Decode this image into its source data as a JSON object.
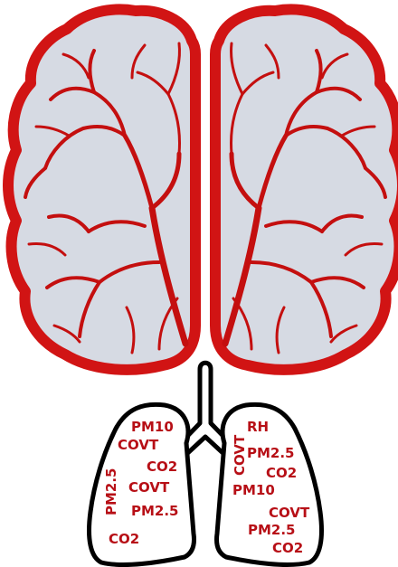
{
  "colors": {
    "brain_outline": "#d11414",
    "brain_fill": "#d6dae3",
    "vessel": "#c40f0f",
    "lung_outline": "#000000",
    "label_color": "#b70f16"
  },
  "icons": [
    "brain-icon",
    "lungs-icon"
  ],
  "labels": {
    "left_lung": {
      "pm10": "PM10",
      "covt_1": "COVT",
      "co2_1": "CO2",
      "pm25_vertical": "PM2.5",
      "covt_2": "COVT",
      "pm25_2": "PM2.5",
      "co2_2": "CO2"
    },
    "right_lung": {
      "rh": "RH",
      "covt_vertical": "COVT",
      "pm25_1": "PM2.5",
      "co2_1": "CO2",
      "pm10": "PM10",
      "covt_2": "COVT",
      "pm25_2": "PM2.5",
      "co2_2": "CO2"
    }
  }
}
